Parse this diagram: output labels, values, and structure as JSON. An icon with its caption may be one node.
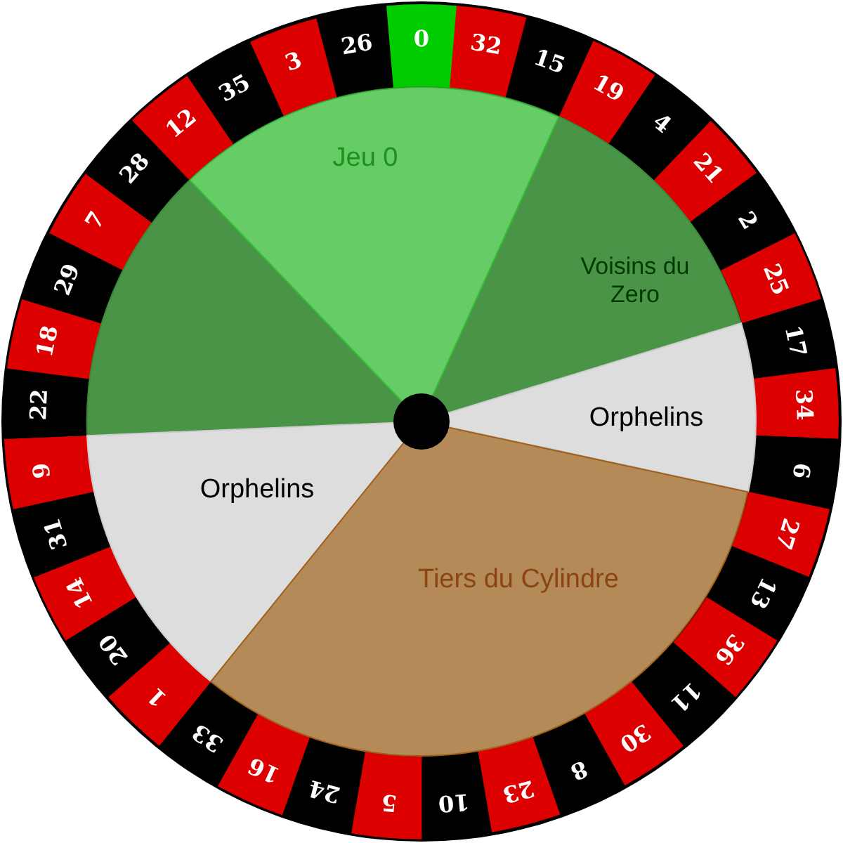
{
  "diagram": {
    "nodes": [
      {
        "text": [
          "0"
        ]
      },
      {
        "text": [
          "32"
        ]
      },
      {
        "text": [
          "15"
        ]
      },
      {
        "text": [
          "19"
        ]
      },
      {
        "text": [
          "4"
        ]
      },
      {
        "text": [
          "21"
        ]
      },
      {
        "text": [
          "2"
        ]
      },
      {
        "text": [
          "25"
        ]
      },
      {
        "text": [
          "17"
        ]
      },
      {
        "text": [
          "34"
        ]
      },
      {
        "text": [
          "6"
        ]
      },
      {
        "text": [
          "27"
        ]
      },
      {
        "text": [
          "13"
        ]
      },
      {
        "text": [
          "36"
        ]
      },
      {
        "text": [
          "11"
        ]
      },
      {
        "text": [
          "30"
        ]
      },
      {
        "text": [
          "8"
        ]
      },
      {
        "text": [
          "23"
        ]
      },
      {
        "text": [
          "10"
        ]
      },
      {
        "text": [
          "5"
        ]
      },
      {
        "text": [
          "24"
        ]
      },
      {
        "text": [
          "16"
        ]
      },
      {
        "text": [
          "33"
        ]
      },
      {
        "text": [
          "1"
        ]
      },
      {
        "text": [
          "20"
        ]
      },
      {
        "text": [
          "14"
        ]
      },
      {
        "text": [
          "31"
        ]
      },
      {
        "text": [
          "9"
        ]
      },
      {
        "text": [
          "22"
        ]
      },
      {
        "text": [
          "18"
        ]
      },
      {
        "text": [
          "29"
        ]
      },
      {
        "text": [
          "7"
        ]
      },
      {
        "text": [
          "28"
        ]
      },
      {
        "text": [
          "12"
        ]
      },
      {
        "text": [
          "35"
        ]
      },
      {
        "text": [
          "3"
        ]
      },
      {
        "text": [
          "26"
        ]
      },
      {
        "text": [
          "Voisins du Zero"
        ]
      },
      {
        "text": [
          "Jeu 0"
        ],
        "in": 37
      },
      {
        "text": [
          "Orphelins"
        ]
      },
      {
        "text": [
          "Orphelins"
        ]
      },
      {
        "text": [
          "Tiers du Cylindre"
        ]
      }
    ]
  }
}
